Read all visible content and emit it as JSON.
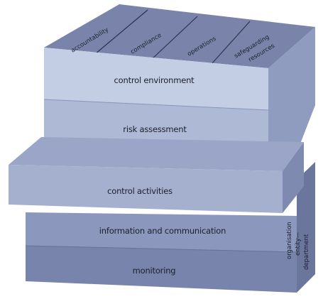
{
  "objectives": [
    "accountability",
    "compliance",
    "operations",
    "safeguarding",
    "resources"
  ],
  "components": {
    "control_environment": "control environment",
    "risk_assessment": "risk assessment",
    "control_activities": "control activities",
    "information_and_communication": "information and communication",
    "monitoring": "monitoring"
  },
  "side_labels": {
    "organisation": "organisation",
    "entity": "entity—",
    "department": "department"
  },
  "colors": {
    "top_face": "#7a84ab",
    "cap_front": "#c3cde4",
    "upper_front": "#aeb9d6",
    "upper_side": "#8f9bbf",
    "activities_top": "#9aa5c7",
    "activities_front": "#a5b0cf",
    "activities_side": "#7f8ab0",
    "info_front": "#8c97bd",
    "monitor_front": "#7884ab",
    "lower_side": "#6b769c",
    "shadow": "#9aa0b3",
    "text": "#1b1f2c"
  }
}
